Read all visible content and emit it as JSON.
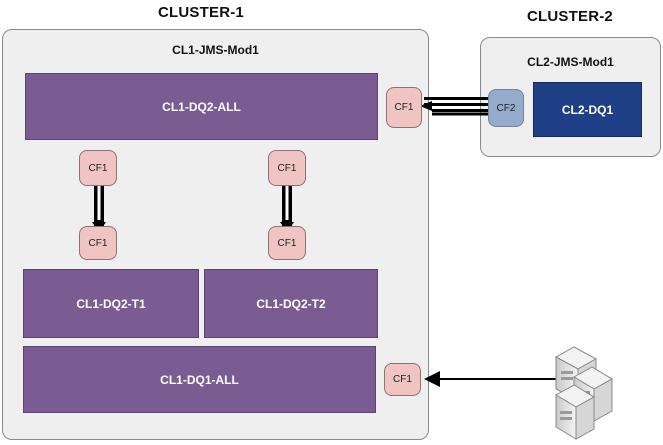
{
  "cluster1": {
    "title": "CLUSTER-1",
    "module": "CL1-JMS-Mod1",
    "destinations": {
      "dq2_all": "CL1-DQ2-ALL",
      "dq2_t1": "CL1-DQ2-T1",
      "dq2_t2": "CL1-DQ2-T2",
      "dq1_all": "CL1-DQ1-ALL"
    },
    "connection_factories": {
      "right_top": "CF1",
      "left_upper": "CF1",
      "left_lower": "CF1",
      "mid_upper": "CF1",
      "mid_lower": "CF1",
      "right_bottom": "CF1"
    }
  },
  "cluster2": {
    "title": "CLUSTER-2",
    "module": "CL2-JMS-Mod1",
    "destination": "CL2-DQ1",
    "connection_factory": "CF2"
  },
  "colors": {
    "cluster_bg": "#efefef",
    "destination_purple": "#7a5c92",
    "destination_blue": "#1f3f86",
    "cf_pink": "#f0c4c2",
    "cf_blue": "#94abcc"
  },
  "icons": {
    "client": "server-stack-icon"
  }
}
